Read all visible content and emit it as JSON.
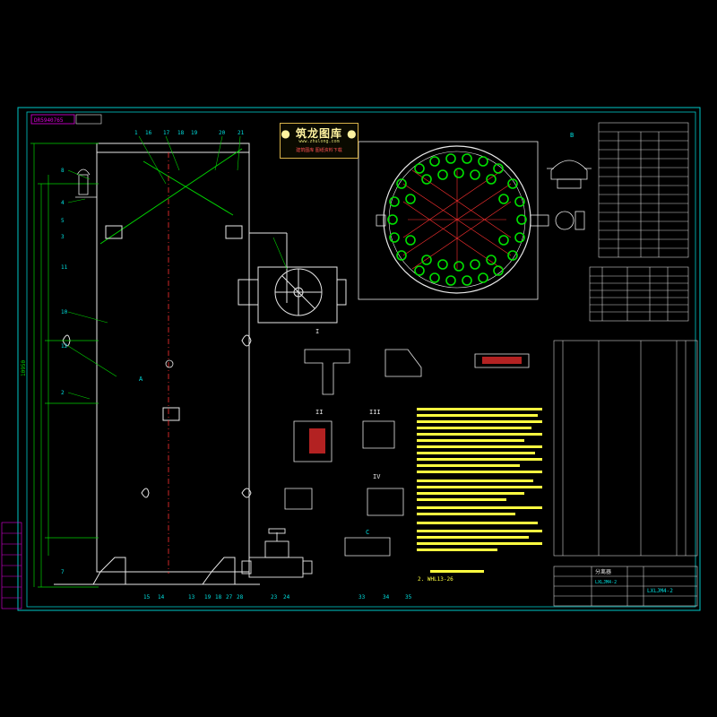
{
  "colors": {
    "background": "#000000",
    "frame": "#00c8c8",
    "line": "#e8e8e8",
    "dimension": "#00d000",
    "table": "#d0d0d0",
    "label": "#00e0e0",
    "accent": "#ffff40",
    "hatch": "#ff3030",
    "magenta": "#e000e0",
    "nozzle": "#00e000"
  },
  "stamp": {
    "title": "● 筑龙图库 ●",
    "url": "www.zhulong.com",
    "subtitle": "建筑图库 图纸资料下载"
  },
  "top_left_box": "DR5940765",
  "title_block": {
    "drawing_no": "LXLJM4-2",
    "name_a": "分离器",
    "name_b": "LXLJM4-2"
  },
  "note_2": "2. WHL13-26",
  "section_marks": [
    "A",
    "B",
    "C",
    "I",
    "II",
    "III",
    "IV"
  ],
  "leader_numbers_top": [
    "1",
    "16",
    "17",
    "18",
    "19",
    "20",
    "21"
  ],
  "leader_numbers_bottom": [
    "15",
    "14",
    "13",
    "19",
    "18",
    "27",
    "28",
    "23",
    "24",
    "33",
    "34",
    "35"
  ],
  "leader_numbers_left": [
    "8",
    "4",
    "5",
    "3",
    "10",
    "11",
    "12",
    "2",
    "7"
  ],
  "icons": [
    "handwheel-valve-icon",
    "gate-valve-icon",
    "tube-sheet-icon",
    "manhole-cover-icon"
  ]
}
